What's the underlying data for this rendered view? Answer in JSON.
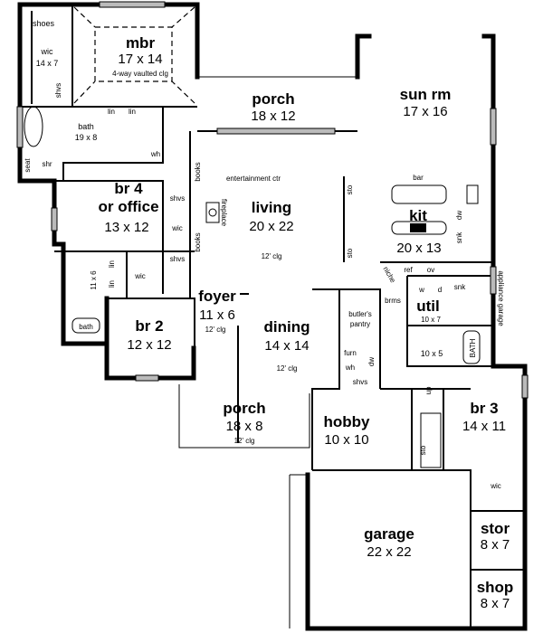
{
  "rooms": {
    "mbr": {
      "name": "mbr",
      "size": "17 x 14",
      "note": "4-way vaulted clg"
    },
    "mbr_wic": {
      "name": "wic",
      "size": "14 x 7",
      "shoes": "shoes",
      "shvs": "shvs"
    },
    "master_bath": {
      "name": "bath",
      "size": "19 x 8",
      "lin1": "lin",
      "lin2": "lin",
      "wh": "wh",
      "shr": "shr",
      "seat": "seat"
    },
    "porch_rear": {
      "name": "porch",
      "size": "18 x 12"
    },
    "sun_rm": {
      "name": "sun rm",
      "size": "17 x 16"
    },
    "living": {
      "name": "living",
      "size": "20 x 22",
      "clg": "12' clg",
      "entertainment": "entertainment ctr",
      "books1": "books",
      "books2": "books",
      "fireplace": "fireplace",
      "sto1": "sto",
      "sto2": "sto"
    },
    "br4": {
      "name1": "br 4",
      "name2": "or office",
      "size": "13 x 12",
      "shvs1": "shvs",
      "wic": "wic",
      "shvs2": "shvs"
    },
    "kit": {
      "name": "kit",
      "size": "20 x 13",
      "bar": "bar",
      "dw": "dw",
      "snk": "snk",
      "ref": "ref",
      "ov": "ov",
      "niche": "niche",
      "brms": "brms",
      "appliance_garage": "appliance garage"
    },
    "util": {
      "name": "util",
      "size": "10 x 7",
      "w": "w",
      "d": "d",
      "snk": "snk"
    },
    "half_bath": {
      "size": "10 x 5",
      "bath": "BATH"
    },
    "butlers_pantry": {
      "name1": "butler's",
      "name2": "pantry",
      "furn": "furn",
      "wh": "wh",
      "dw": "dw",
      "shvs": "shvs"
    },
    "hall_bath": {
      "size": "11 x 6",
      "lin1": "lin",
      "lin2": "lin",
      "wic": "wic",
      "bath": "bath"
    },
    "foyer": {
      "name": "foyer",
      "size": "11 x 6",
      "clg": "12' clg"
    },
    "br2": {
      "name": "br 2",
      "size": "12 x 12"
    },
    "dining": {
      "name": "dining",
      "size": "14 x 14",
      "clg": "12' clg"
    },
    "porch_front": {
      "name": "porch",
      "size": "18 x 8",
      "clg": "12' clg"
    },
    "hobby": {
      "name": "hobby",
      "size": "10 x 10"
    },
    "stair": {
      "up": "up",
      "sto": "sto"
    },
    "br3": {
      "name": "br 3",
      "size": "14 x 11",
      "wic": "wic"
    },
    "stor": {
      "name": "stor",
      "size": "8 x 7"
    },
    "shop": {
      "name": "shop",
      "size": "8 x 7"
    },
    "garage": {
      "name": "garage",
      "size": "22 x 22"
    }
  }
}
